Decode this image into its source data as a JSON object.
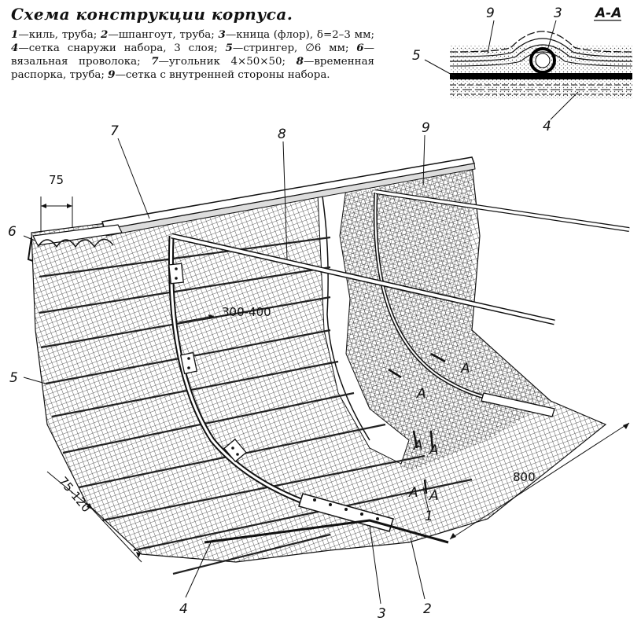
{
  "title": "Схема конструкции корпуса.",
  "legend": [
    {
      "num": "1",
      "text": "—киль, труба; "
    },
    {
      "num": "2",
      "text": "—шпангоут, труба; "
    },
    {
      "num": "3",
      "text": "—кница (флор), δ=2–3 мм; "
    },
    {
      "num": "4",
      "text": "—сетка снаружи набора, 3 слоя; "
    },
    {
      "num": "5",
      "text": "—стрингер, ∅6 мм; "
    },
    {
      "num": "6",
      "text": "—вязальная проволока; "
    },
    {
      "num": "7",
      "text": "—угольник 4×50×50; "
    },
    {
      "num": "8",
      "text": "—временная распорка, труба; "
    },
    {
      "num": "9",
      "text": "—сетка с внутренней стороны набора."
    }
  ],
  "section": {
    "title": "А-А",
    "labels": {
      "n9": "9",
      "n3": "3",
      "n5": "5",
      "n4": "4"
    }
  },
  "main": {
    "labels": {
      "n7": "7",
      "n8": "8",
      "n9": "9",
      "n6": "6",
      "n5": "5",
      "n4": "4",
      "n3": "3",
      "n2": "2",
      "n1": "1"
    },
    "dimensions": {
      "d75": "75",
      "d300": "300-400",
      "d800": "800",
      "d75_120": "75-120"
    },
    "section_marks": [
      "A",
      "A",
      "A",
      "A",
      "A",
      "A"
    ]
  }
}
